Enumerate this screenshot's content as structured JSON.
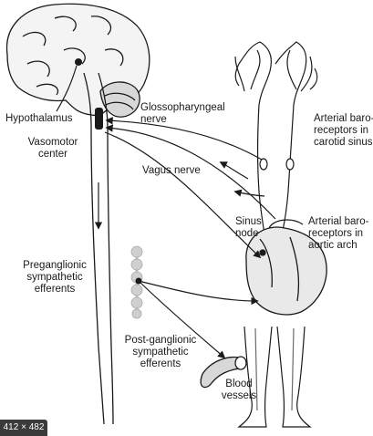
{
  "labels": {
    "hypothalamus": "Hypothalamus",
    "vasomotor_center": [
      "Vasomotor",
      "center"
    ],
    "glossopharyngeal_nerve": [
      "Glossopharyngeal",
      "nerve"
    ],
    "vagus_nerve": "Vagus nerve",
    "carotid_baroreceptors": [
      "Arterial baro-",
      "receptors in",
      "carotid sinus"
    ],
    "sinus_node": [
      "Sinus",
      "node"
    ],
    "aortic_baroreceptors": [
      "Arterial baro-",
      "receptors in",
      "aortic arch"
    ],
    "preganglionic": [
      "Preganglionic",
      "sympathetic",
      "efferents"
    ],
    "postganglionic": [
      "Post-ganglionic",
      "sympathetic",
      "efferents"
    ],
    "blood_vessels": [
      "Blood",
      "vessels"
    ]
  },
  "badge": "412 × 482",
  "colors": {
    "line": "#1a1a1a",
    "chain": "#c8c8c8",
    "badge_bg": "#3a3a3a"
  }
}
